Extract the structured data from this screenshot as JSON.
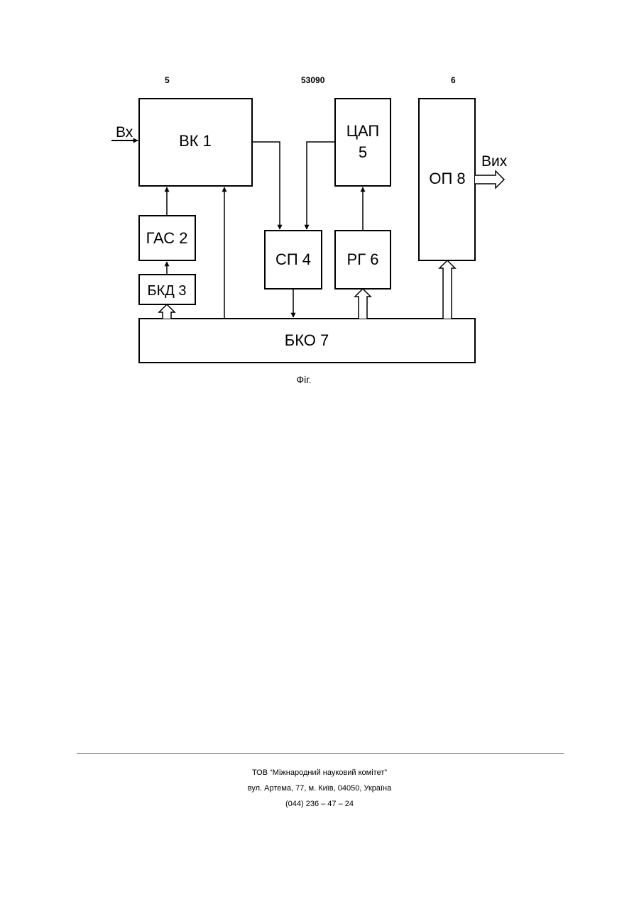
{
  "header": {
    "left_page": "5",
    "patent_no": "53090",
    "right_page": "6"
  },
  "blocks": {
    "vk1": "ВК 1",
    "gas2": "ГАС 2",
    "bkd3": "БКД 3",
    "sp4": "СП 4",
    "tsap5_line1": "ЦАП",
    "tsap5_line2": "5",
    "rg6": "РГ 6",
    "bko7": "БКО 7",
    "op8": "ОП 8"
  },
  "io": {
    "input": "Вх",
    "output": "Вих"
  },
  "caption": "Фіг.",
  "footer": {
    "company": "ТОВ “Міжнародний науковий комітет”",
    "address": "вул. Артема, 77, м. Київ, 04050, Україна",
    "phone": "(044) 236 – 47 – 24"
  }
}
